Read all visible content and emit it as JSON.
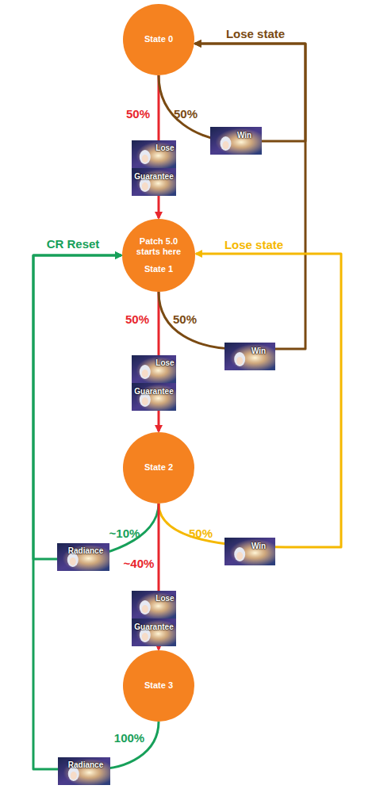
{
  "diagram": {
    "nodes": [
      {
        "text": [
          "State 0"
        ]
      },
      {
        "text": [
          "Patch 5.0 starts here",
          "State 1"
        ]
      },
      {
        "text": [
          "State 2"
        ]
      },
      {
        "text": [
          "State 3"
        ]
      }
    ],
    "edges": [
      {
        "from": 0,
        "to": 1,
        "label": "50%",
        "arrow": "to"
      },
      {
        "from": 0,
        "to": 0,
        "label": "50%",
        "arrow": "to"
      },
      {
        "from": 1,
        "to": 2,
        "label": "50%",
        "arrow": "to"
      },
      {
        "from": 1,
        "to": 0,
        "label": "50%",
        "arrow": "to"
      },
      {
        "from": 2,
        "to": 1,
        "label": "~10%",
        "arrow": "to"
      },
      {
        "from": 2,
        "to": 1,
        "label": "50%",
        "arrow": "to"
      },
      {
        "from": 2,
        "to": 3,
        "label": "~40%",
        "arrow": "to"
      },
      {
        "from": 3,
        "to": 1,
        "label": "100%",
        "arrow": "to"
      }
    ],
    "labels": [
      "Lose state",
      "Lose",
      "Guarantee",
      "Win",
      "Lose state",
      "CR Reset",
      "Lose",
      "Guarantee",
      "Win",
      "Radiance",
      "Win",
      "Lose",
      "Guarantee",
      "Radiance"
    ]
  }
}
